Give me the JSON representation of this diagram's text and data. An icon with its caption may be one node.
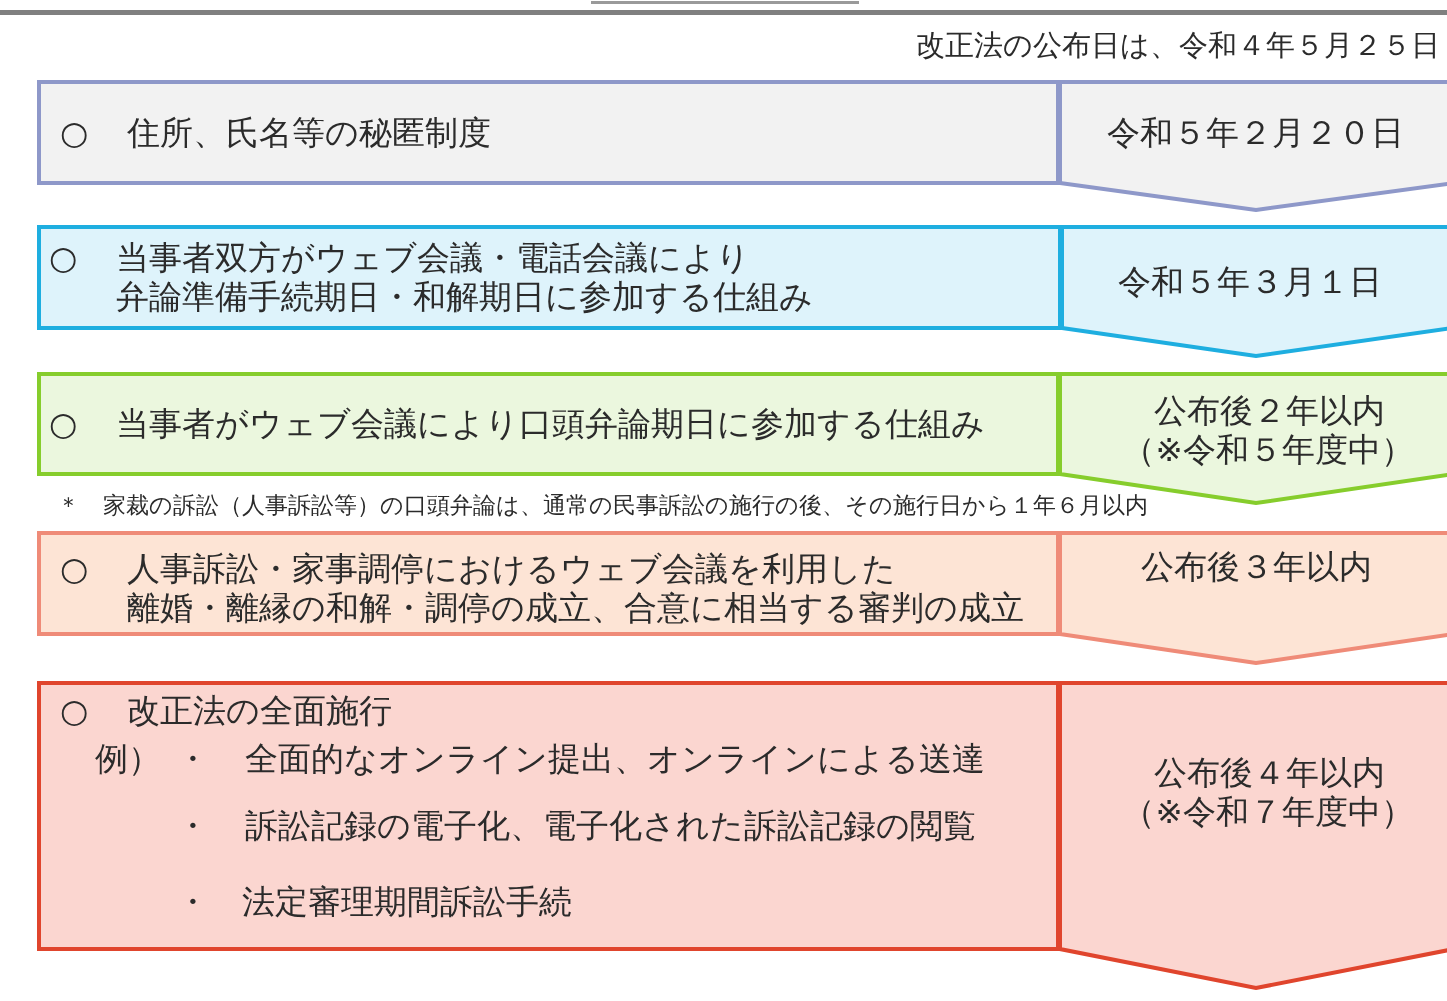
{
  "diagram": {
    "nodes": [
      {
        "text": [
          "○",
          "住所、氏名等の秘匿制度"
        ]
      },
      {
        "text": [
          "令和５年２月２０日"
        ]
      },
      {
        "text": [
          "○",
          "当事者双方がウェブ会議・電話会議により弁論準備手続期日・和解期日に参加する仕組み"
        ]
      },
      {
        "text": [
          "令和５年３月１日"
        ]
      },
      {
        "text": [
          "○",
          "当事者がウェブ会議により口頭弁論期日に参加する仕組み"
        ]
      },
      {
        "text": [
          "公布後２年以内",
          "（※令和５年度中）"
        ]
      },
      {
        "text": [
          "○",
          "人事訴訟・家事調停におけるウェブ会議を利用した離婚・離縁の和解・調停の成立、合意に相当する審判の成立"
        ]
      },
      {
        "text": [
          "公布後３年以内"
        ]
      },
      {
        "text": [
          "○",
          "改正法の全面施行",
          "例）",
          "・",
          "全面的なオンライン提出、オンラインによる送達",
          "・",
          "訴訟記録の電子化、電子化された訴訟記録の閲覧",
          "・",
          "法定審理期間訴訟手続"
        ]
      },
      {
        "text": [
          "公布後４年以内",
          "（※令和７年度中）"
        ]
      }
    ],
    "labels": [
      "改正法の公布日は、令和４年５月２５日",
      "＊　家裁の訴訟（人事訴訟等）の口頭弁論は、通常の民事訴訟の施行の後、その施行日から１年６月以内"
    ]
  }
}
